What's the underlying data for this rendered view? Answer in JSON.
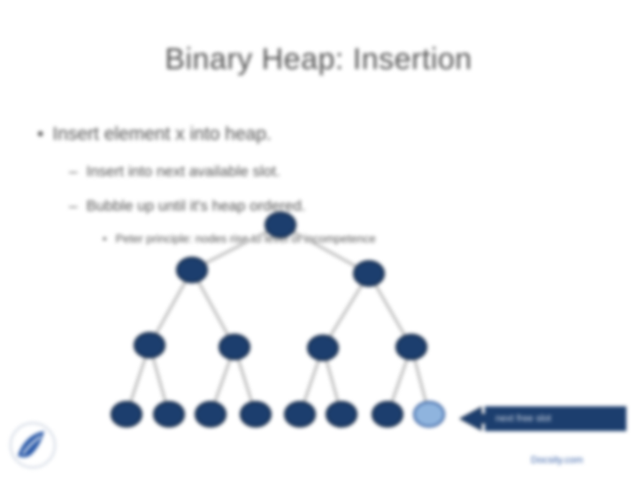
{
  "slide": {
    "title": "Binary Heap:  Insertion",
    "bullets": {
      "level1": {
        "marker": "•",
        "text": "Insert element x into heap."
      },
      "level2_a": {
        "marker": "–",
        "text": "Insert into next available slot."
      },
      "level2_b": {
        "marker": "–",
        "text": "Bubble up until it's heap ordered."
      },
      "level3": {
        "marker": "•",
        "text": "Peter principle:  nodes rise to level of incompetence"
      }
    },
    "callout": {
      "text": "next free slot"
    },
    "footer": {
      "text": "Docsity.com"
    }
  },
  "colors": {
    "node_fill": "#1c3e6e",
    "new_node_fill": "#8fb4de",
    "edge": "#bbbbbb",
    "callout_bg": "#1c3e6e",
    "text": "#555555",
    "footer": "#3a62a8"
  },
  "icons": {
    "logo": "docsity-logo-icon",
    "arrow": "arrow-left-icon"
  }
}
